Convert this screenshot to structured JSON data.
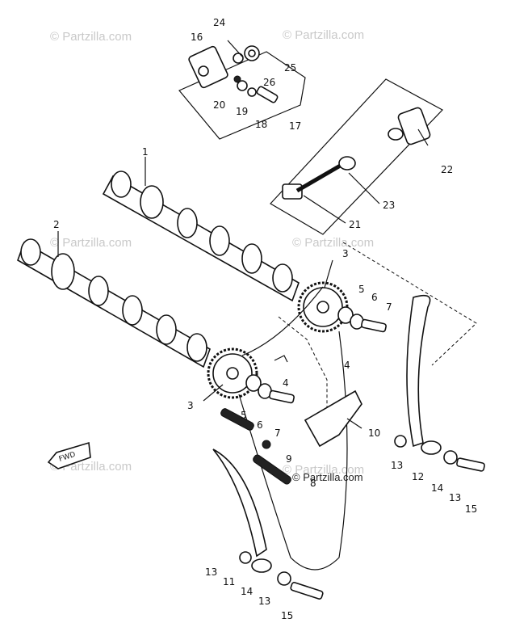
{
  "watermarks": [
    {
      "text": "© Partzilla.com"
    },
    {
      "text": "© Partzilla.com"
    },
    {
      "text": "© Partzilla.com"
    },
    {
      "text": "© Partzilla.com"
    },
    {
      "text": "© Partzilla.com"
    },
    {
      "text": "© Partzilla.com"
    },
    {
      "text": "© Partzilla.com"
    }
  ],
  "callouts": [
    {
      "id": "24",
      "text": "24"
    },
    {
      "id": "16",
      "text": "16"
    },
    {
      "id": "25",
      "text": "25"
    },
    {
      "id": "26",
      "text": "26"
    },
    {
      "id": "20",
      "text": "20"
    },
    {
      "id": "19",
      "text": "19"
    },
    {
      "id": "18",
      "text": "18"
    },
    {
      "id": "17",
      "text": "17"
    },
    {
      "id": "22",
      "text": "22"
    },
    {
      "id": "23",
      "text": "23"
    },
    {
      "id": "21",
      "text": "21"
    },
    {
      "id": "1",
      "text": "1"
    },
    {
      "id": "2",
      "text": "2"
    },
    {
      "id": "3a",
      "text": "3"
    },
    {
      "id": "5a",
      "text": "5"
    },
    {
      "id": "6a",
      "text": "6"
    },
    {
      "id": "7a",
      "text": "7"
    },
    {
      "id": "4a",
      "text": "4"
    },
    {
      "id": "4b",
      "text": "4"
    },
    {
      "id": "3b",
      "text": "3"
    },
    {
      "id": "5b",
      "text": "5"
    },
    {
      "id": "6b",
      "text": "6"
    },
    {
      "id": "7b",
      "text": "7"
    },
    {
      "id": "10",
      "text": "10"
    },
    {
      "id": "9",
      "text": "9"
    },
    {
      "id": "8",
      "text": "8"
    },
    {
      "id": "13a",
      "text": "13"
    },
    {
      "id": "12",
      "text": "12"
    },
    {
      "id": "14a",
      "text": "14"
    },
    {
      "id": "13b",
      "text": "13"
    },
    {
      "id": "15a",
      "text": "15"
    },
    {
      "id": "13c",
      "text": "13"
    },
    {
      "id": "11",
      "text": "11"
    },
    {
      "id": "14b",
      "text": "14"
    },
    {
      "id": "13d",
      "text": "13"
    },
    {
      "id": "15b",
      "text": "15"
    }
  ],
  "fwd_label": "FWD"
}
